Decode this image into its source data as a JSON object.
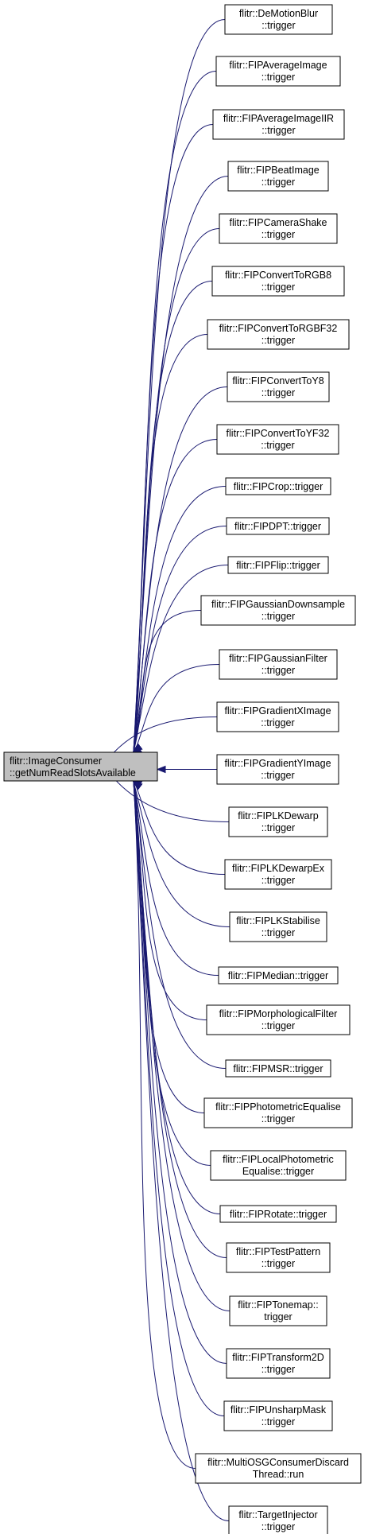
{
  "graph": {
    "root": {
      "lines": [
        "flitr::ImageConsumer",
        "::getNumReadSlotsAvailable"
      ]
    },
    "callers": [
      {
        "lines": [
          "flitr::DeMotionBlur",
          "::trigger"
        ]
      },
      {
        "lines": [
          "flitr::FIPAverageImage",
          "::trigger"
        ]
      },
      {
        "lines": [
          "flitr::FIPAverageImageIIR",
          "::trigger"
        ]
      },
      {
        "lines": [
          "flitr::FIPBeatImage",
          "::trigger"
        ]
      },
      {
        "lines": [
          "flitr::FIPCameraShake",
          "::trigger"
        ]
      },
      {
        "lines": [
          "flitr::FIPConvertToRGB8",
          "::trigger"
        ]
      },
      {
        "lines": [
          "flitr::FIPConvertToRGBF32",
          "::trigger"
        ]
      },
      {
        "lines": [
          "flitr::FIPConvertToY8",
          "::trigger"
        ]
      },
      {
        "lines": [
          "flitr::FIPConvertToYF32",
          "::trigger"
        ]
      },
      {
        "lines": [
          "flitr::FIPCrop::trigger"
        ]
      },
      {
        "lines": [
          "flitr::FIPDPT::trigger"
        ]
      },
      {
        "lines": [
          "flitr::FIPFlip::trigger"
        ]
      },
      {
        "lines": [
          "flitr::FIPGaussianDownsample",
          "::trigger"
        ]
      },
      {
        "lines": [
          "flitr::FIPGaussianFilter",
          "::trigger"
        ]
      },
      {
        "lines": [
          "flitr::FIPGradientXImage",
          "::trigger"
        ]
      },
      {
        "lines": [
          "flitr::FIPGradientYImage",
          "::trigger"
        ]
      },
      {
        "lines": [
          "flitr::FIPLKDewarp",
          "::trigger"
        ]
      },
      {
        "lines": [
          "flitr::FIPLKDewarpEx",
          "::trigger"
        ]
      },
      {
        "lines": [
          "flitr::FIPLKStabilise",
          "::trigger"
        ]
      },
      {
        "lines": [
          "flitr::FIPMedian::trigger"
        ]
      },
      {
        "lines": [
          "flitr::FIPMorphologicalFilter",
          "::trigger"
        ]
      },
      {
        "lines": [
          "flitr::FIPMSR::trigger"
        ]
      },
      {
        "lines": [
          "flitr::FIPPhotometricEqualise",
          "::trigger"
        ]
      },
      {
        "lines": [
          "flitr::FIPLocalPhotometric",
          "Equalise::trigger"
        ]
      },
      {
        "lines": [
          "flitr::FIPRotate::trigger"
        ]
      },
      {
        "lines": [
          "flitr::FIPTestPattern",
          "::trigger"
        ]
      },
      {
        "lines": [
          "flitr::FIPTonemap::",
          "trigger"
        ]
      },
      {
        "lines": [
          "flitr::FIPTransform2D",
          "::trigger"
        ]
      },
      {
        "lines": [
          "flitr::FIPUnsharpMask",
          "::trigger"
        ]
      },
      {
        "lines": [
          "flitr::MultiOSGConsumerDiscard",
          "Thread::run"
        ]
      },
      {
        "lines": [
          "flitr::TargetInjector",
          "::trigger"
        ]
      }
    ]
  },
  "colors": {
    "edge": "#191970",
    "root_fill": "#bfbfbf",
    "node_fill": "#ffffff",
    "node_border": "#000000"
  }
}
